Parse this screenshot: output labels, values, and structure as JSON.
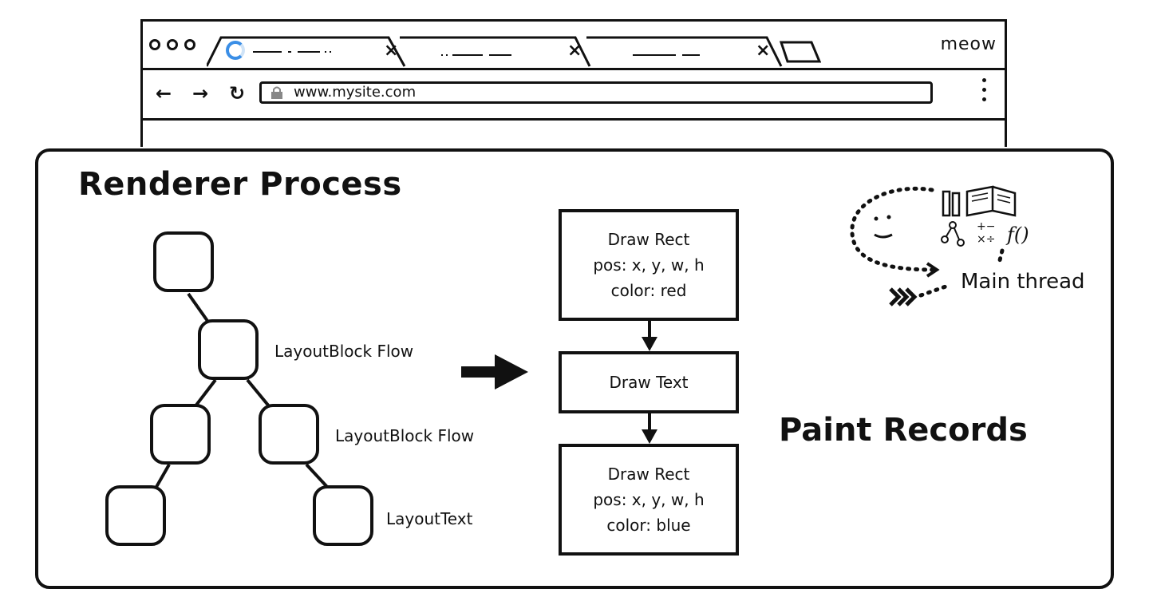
{
  "browser": {
    "tabs": [
      {
        "close_label": "×",
        "loading": true
      },
      {
        "close_label": "×",
        "loading": false
      },
      {
        "close_label": "×",
        "loading": false
      }
    ],
    "profile_name": "meow",
    "url": "www.mysite.com",
    "icons": [
      "window-dot-icon",
      "spinner-icon",
      "close-icon",
      "new-tab-icon",
      "back-arrow-icon",
      "forward-arrow-icon",
      "reload-icon",
      "lock-icon",
      "menu-dots-icon"
    ],
    "back_glyph": "←",
    "forward_glyph": "→",
    "reload_glyph": "↻"
  },
  "diagram": {
    "title": "Renderer Process",
    "layout_tree": {
      "labels": [
        "LayoutBlock Flow",
        "LayoutBlock Flow",
        "LayoutText"
      ]
    },
    "paint_records": [
      {
        "lines": [
          "Draw Rect",
          "pos: x, y, w, h",
          "color: red"
        ]
      },
      {
        "lines": [
          "Draw Text"
        ]
      },
      {
        "lines": [
          "Draw Rect",
          "pos: x, y, w, h",
          "color: blue"
        ]
      }
    ],
    "paint_records_title": "Paint Records",
    "main_thread_label": "Main thread",
    "accent_spinner_color": "#3a8ee6"
  }
}
